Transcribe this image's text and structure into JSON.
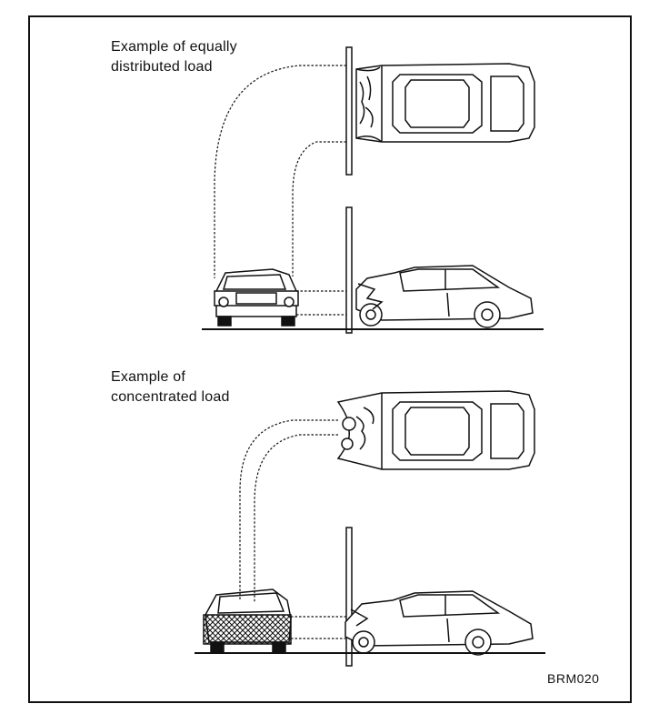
{
  "labels": {
    "distributed_line1": "Example of equally",
    "distributed_line2": "distributed load",
    "concentrated_line1": "Example of",
    "concentrated_line2": "concentrated load"
  },
  "figure_code": "BRM020"
}
